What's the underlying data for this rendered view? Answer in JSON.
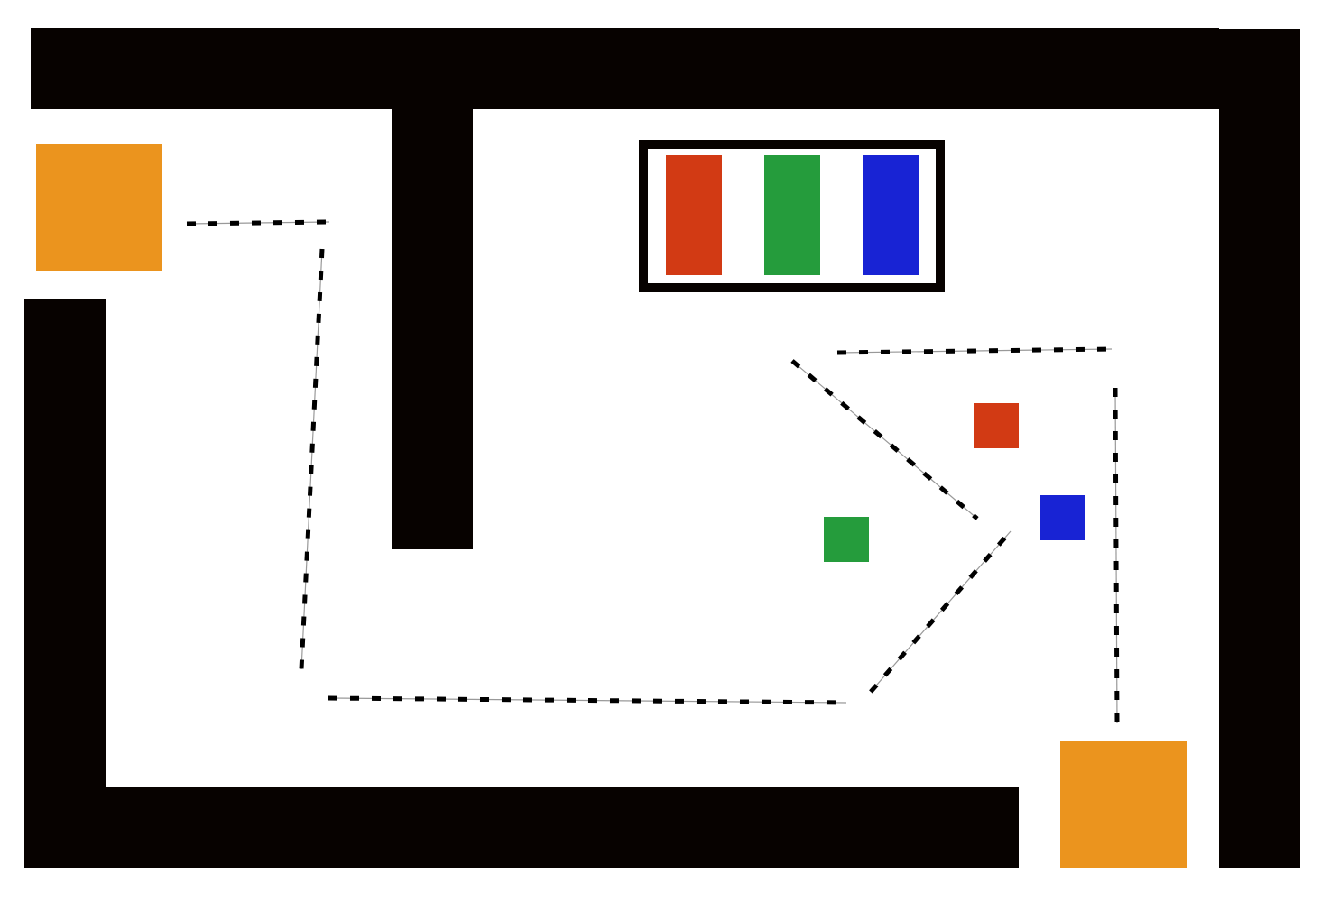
{
  "colors": {
    "wall": "#070200",
    "background": "#ffffff",
    "zone": "#eb941e",
    "red": "#d23a14",
    "green": "#259c3c",
    "blue": "#1823d4",
    "path_line": "#999999",
    "path_dash": "#000000"
  },
  "elements": {
    "walls": [
      "top-wall",
      "right-wall",
      "center-divider",
      "left-wall",
      "bottom-wall"
    ],
    "zones": [
      "start-zone",
      "goal-zone"
    ],
    "legend_bars": [
      "red",
      "green",
      "blue"
    ],
    "blocks": [
      "red",
      "blue",
      "green"
    ],
    "path_segments": 7
  }
}
